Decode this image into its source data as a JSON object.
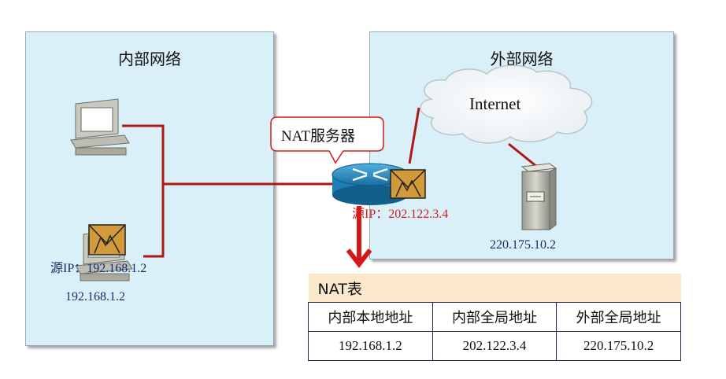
{
  "panels": {
    "internal_title": "内部网络",
    "external_title": "外部网络"
  },
  "callout": {
    "label": "NAT服务器"
  },
  "cloud": {
    "label": "Internet"
  },
  "labels": {
    "src_ip_internal": "源IP：192.168.1.2",
    "host_ip": "192.168.1.2",
    "src_ip_translated": "源IP：202.122.3.4",
    "server_ip": "220.175.10.2"
  },
  "nat_table": {
    "title": "NAT表",
    "headers": [
      "内部本地地址",
      "内部全局地址",
      "外部全局地址"
    ],
    "rows": [
      [
        "192.168.1.2",
        "202.122.3.4",
        "220.175.10.2"
      ]
    ]
  },
  "colors": {
    "link": "#b01616",
    "panel_fill": "#d9f0f8",
    "table_caption_fill": "#fbe7c9",
    "label_red": "#d41a1a"
  },
  "icons": [
    "pc-icon",
    "envelope-icon",
    "router-icon",
    "cloud-icon",
    "server-icon",
    "down-arrow-icon"
  ]
}
